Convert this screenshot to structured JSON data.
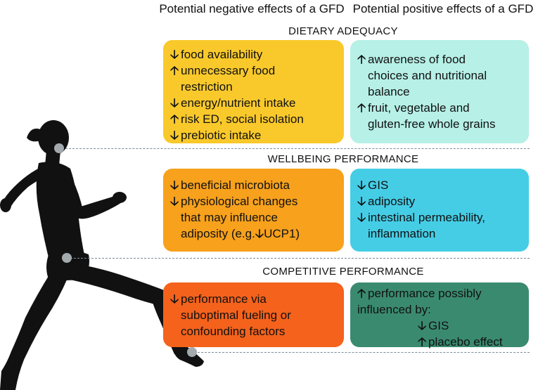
{
  "headers": {
    "negative": "Potential negative effects of a GFD",
    "positive": "Potential positive effects of a GFD"
  },
  "sections": {
    "dietary": "DIETARY ADEQUACY",
    "wellbeing": "WELLBEING PERFORMANCE",
    "competitive": "COMPETITIVE PERFORMANCE"
  },
  "arrows": {
    "down": "🡣",
    "up": "🡡"
  },
  "colors": {
    "dietary_neg": "#f9c92b",
    "dietary_pos": "#b6f0e7",
    "wellbeing_neg": "#f7a11c",
    "wellbeing_pos": "#45cde6",
    "competitive_neg": "#f4621c",
    "competitive_pos": "#3a8a70",
    "silhouette": "#111111",
    "dash": "#7c8a96"
  },
  "dietary_neg": {
    "l1": "food availability",
    "l2a": "unnecessary food",
    "l2b": "restriction",
    "l3": "energy/nutrient intake",
    "l4": "risk ED, social isolation",
    "l5": "prebiotic intake"
  },
  "dietary_pos": {
    "l1a": "awareness of food",
    "l1b": "choices and nutritional",
    "l1c": "balance",
    "l2a": "fruit, vegetable and",
    "l2b": "gluten-free whole grains"
  },
  "wellbeing_neg": {
    "l1": "beneficial microbiota",
    "l2a": "physiological changes",
    "l2b": "that may influence",
    "l2c_pre": "adiposity (e.g.",
    "l2c_post": "UCP1)"
  },
  "wellbeing_pos": {
    "l1": "GIS",
    "l2": "adiposity",
    "l3a": "intestinal permeability,",
    "l3b": "inflammation"
  },
  "competitive_neg": {
    "l1a": "performance via",
    "l1b": "suboptimal fueling or",
    "l1c": "confounding factors"
  },
  "competitive_pos": {
    "l1a": "performance possibly",
    "l1b": "influenced by:",
    "l2": "GIS",
    "l3": "placebo effect"
  }
}
